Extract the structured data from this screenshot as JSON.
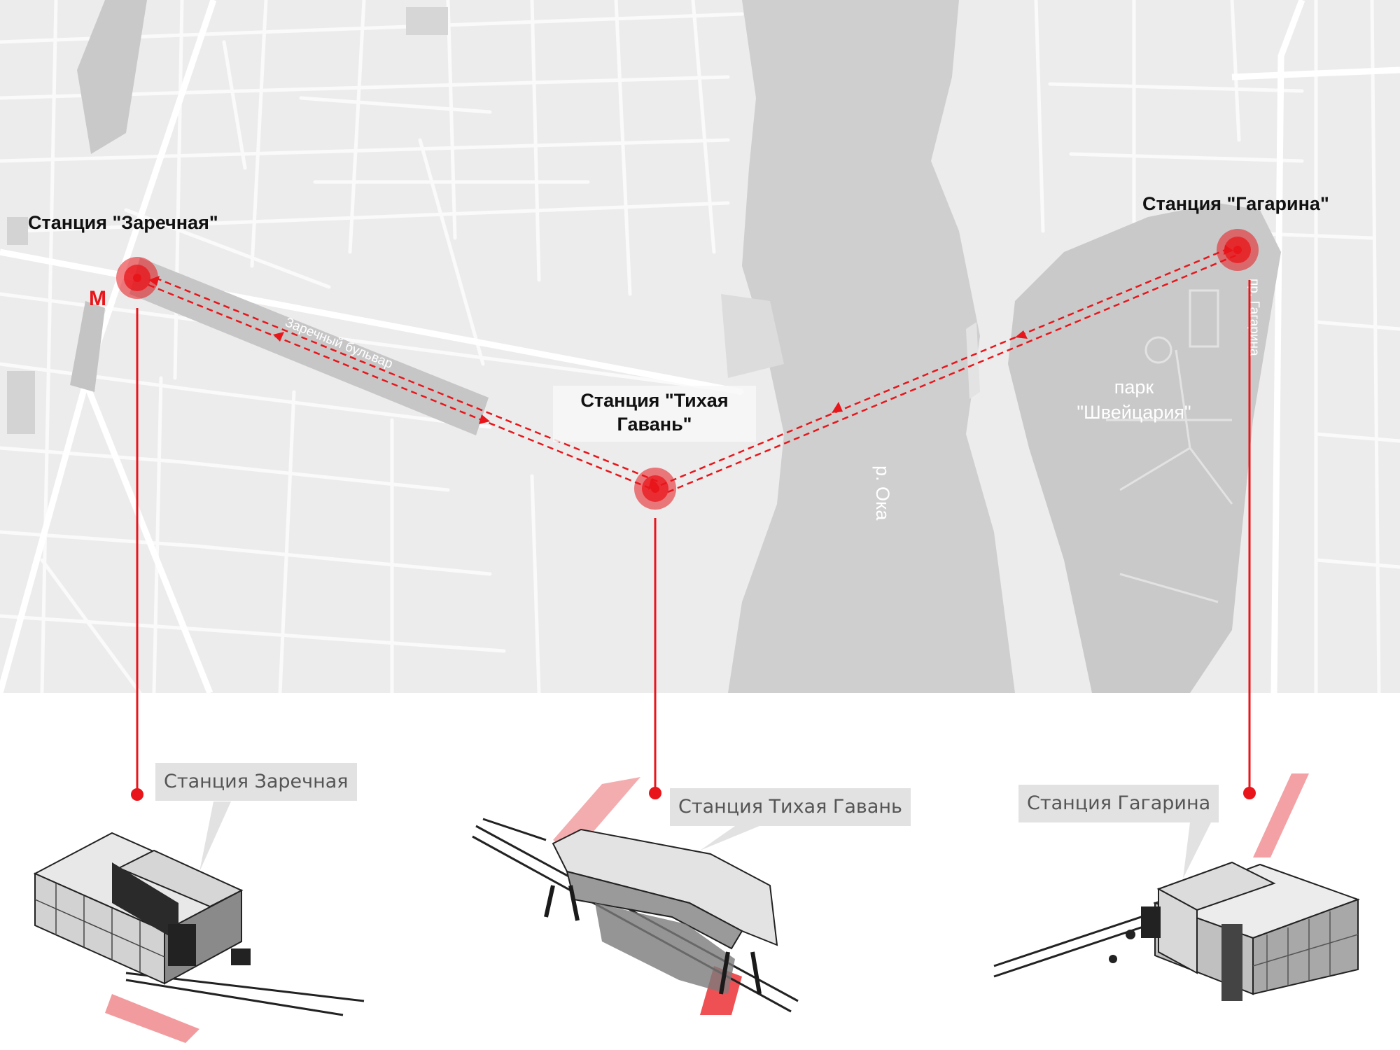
{
  "stations": [
    {
      "id": "zarechnaya",
      "map_title": "Станция \"Заречная\"",
      "callout": "Станция Заречная",
      "metro": "М"
    },
    {
      "id": "tikhaya",
      "map_title_line1": "Станция \"Тихая",
      "map_title_line2": "Гавань\"",
      "callout": "Станция Тихая Гавань"
    },
    {
      "id": "gagarina",
      "map_title": "Станция \"Гагарина\"",
      "callout": "Станция Гагарина"
    }
  ],
  "map_labels": {
    "boulevard": "Заречный бульвар",
    "river": "р. Ока",
    "park_line1": "парк",
    "park_line2": "\"Швейцария\"",
    "avenue": "пр. Гагарина"
  },
  "colors": {
    "accent": "#e8161b",
    "map_bg": "#ececec",
    "river": "#cfcfcf",
    "roads": "#fafafa",
    "park": "#c9c9c9",
    "callout_bg": "#e2e2e2"
  },
  "icons": {
    "station_marker": "station-marker-icon",
    "metro": "metro-icon"
  }
}
